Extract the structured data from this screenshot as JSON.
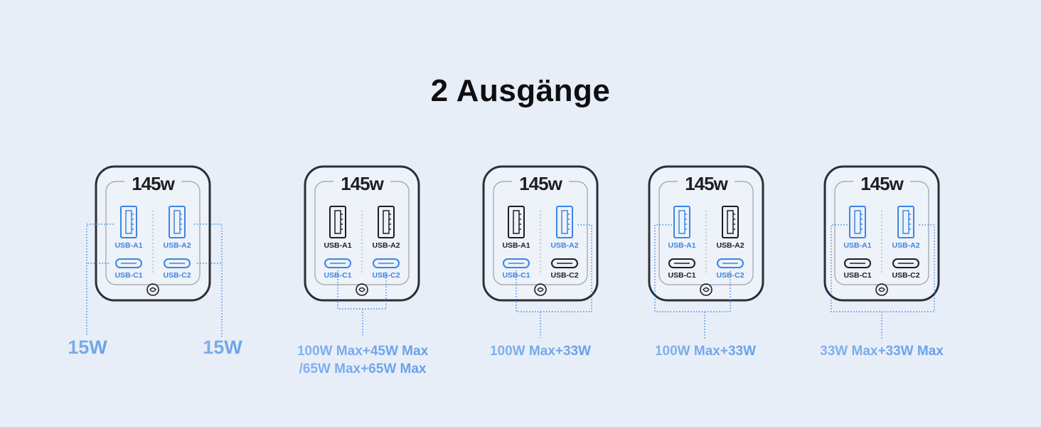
{
  "title": "2 Ausgänge",
  "charger": {
    "wattage": "145w",
    "ports": {
      "a1": "USB-A1",
      "a2": "USB-A2",
      "c1": "USB-C1",
      "c2": "USB-C2"
    }
  },
  "colors": {
    "active": "#3b86e6",
    "inactive": "#1e1e22",
    "frame": "#2a2f3a",
    "guide": "#3b86e6"
  },
  "configs": [
    {
      "active": [
        "a1",
        "a2",
        "c1",
        "c2"
      ],
      "captions": [
        "15W",
        "15W"
      ]
    },
    {
      "active": [
        "c1",
        "c2"
      ],
      "captions": [
        "100W Max+45W Max",
        "/65W Max+65W Max"
      ]
    },
    {
      "active": [
        "c1",
        "a2"
      ],
      "captions": [
        "100W Max+33W"
      ]
    },
    {
      "active": [
        "a1",
        "c2"
      ],
      "captions": [
        "100W Max+33W"
      ]
    },
    {
      "active": [
        "a1",
        "a2"
      ],
      "captions": [
        "33W Max+33W Max"
      ]
    }
  ]
}
